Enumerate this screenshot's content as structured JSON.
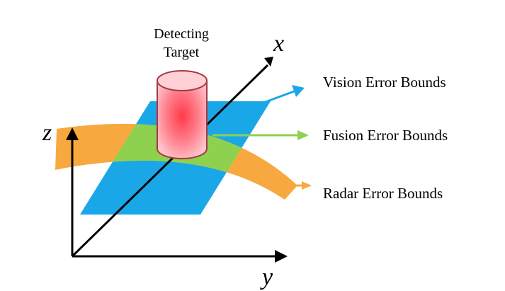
{
  "target": {
    "label_line1": "Detecting",
    "label_line2": "Target",
    "color": "#f26b7a"
  },
  "axes": {
    "x_label": "x",
    "y_label": "y",
    "z_label": "z"
  },
  "regions": {
    "vision": {
      "label": "Vision Error Bounds",
      "color": "#1aa7e8"
    },
    "fusion": {
      "label": "Fusion Error Bounds",
      "color": "#8ed14f"
    },
    "radar": {
      "label": "Radar Error Bounds",
      "color": "#f7a940"
    }
  },
  "icons": [
    "vision-arrow-icon",
    "fusion-arrow-icon",
    "radar-arrow-icon",
    "axis-arrow-icon",
    "cylinder-icon"
  ]
}
